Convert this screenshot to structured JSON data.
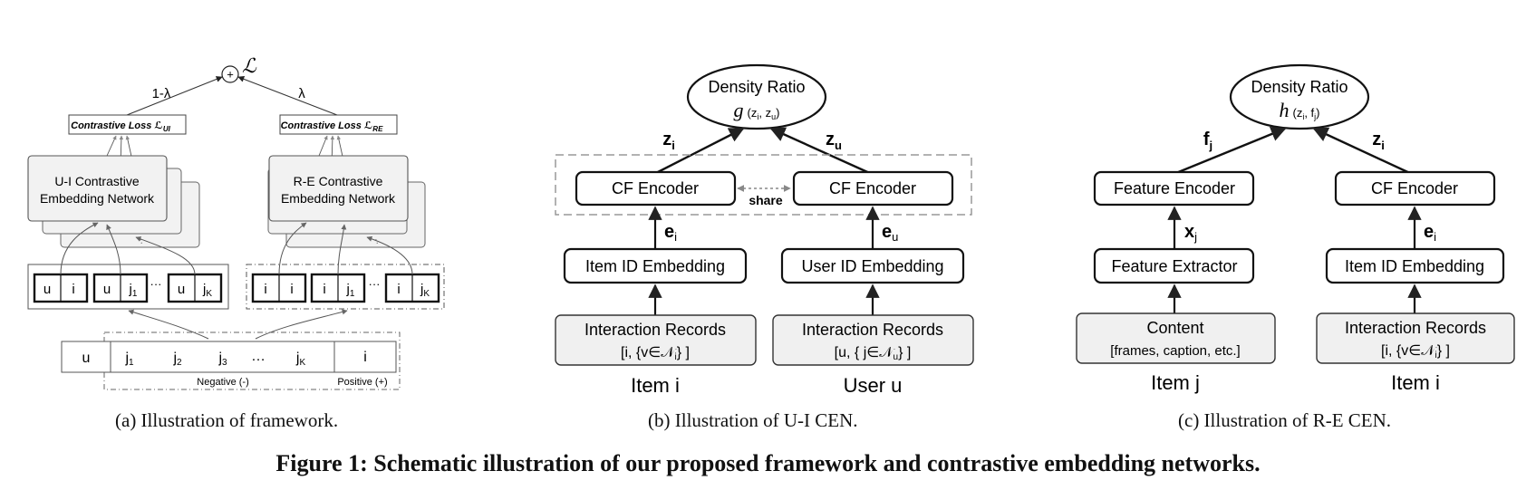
{
  "panel_a": {
    "loss_symbol": "ℒ",
    "weight_left": "1-λ",
    "weight_right": "λ",
    "loss_ui_label": "Contrastive Loss ℒ",
    "loss_ui_sub": "UI",
    "loss_re_label": "Contrastive Loss ℒ",
    "loss_re_sub": "RE",
    "ui_network_line1": "U-I Contrastive",
    "ui_network_line2": "Embedding Network",
    "re_network_line1": "R-E Contrastive",
    "re_network_line2": "Embedding Network",
    "pair_u": "u",
    "pair_i": "i",
    "pair_j": "j",
    "sub_1": "1",
    "sub_K": "K",
    "ellipsis": "···",
    "seq_u": "u",
    "seq_j1": "j",
    "seq_j2": "j",
    "seq_j3": "j",
    "seq_sub_2": "2",
    "seq_sub_3": "3",
    "seq_dots": "…",
    "seq_i": "i",
    "negative_label": "Negative (-)",
    "positive_label": "Positive (+)",
    "caption": "(a) Illustration of framework."
  },
  "panel_b": {
    "density_title": "Density Ratio",
    "density_fn": "g",
    "density_args": "(z",
    "density_args_i": "i",
    "density_args_sep": ", z",
    "density_args_u": "u",
    "density_args_end": ")",
    "z_i": "z",
    "z_i_sub": "i",
    "z_u": "z",
    "z_u_sub": "u",
    "cf_encoder_left": "CF Encoder",
    "cf_encoder_right": "CF Encoder",
    "share_label": "share",
    "e_i": "e",
    "e_i_sub": "i",
    "e_u": "e",
    "e_u_sub": "u",
    "item_embedding": "Item ID Embedding",
    "user_embedding": "User ID Embedding",
    "records_left_title": "Interaction Records",
    "records_left_body": "[i, {v∈𝒩",
    "records_left_sub": "i",
    "records_left_end": "} ]",
    "records_right_title": "Interaction Records",
    "records_right_body": "[u, { j∈𝒩",
    "records_right_sub": "u",
    "records_right_end": "} ]",
    "label_left": "Item i",
    "label_right": "User u",
    "caption": "(b) Illustration of U-I CEN."
  },
  "panel_c": {
    "density_title": "Density Ratio",
    "density_fn": "h",
    "density_args": "(z",
    "density_args_i": "i",
    "density_args_sep": ", f",
    "density_args_j": "j",
    "density_args_end": ")",
    "f_j": "f",
    "f_j_sub": "j",
    "z_i": "z",
    "z_i_sub": "i",
    "feature_encoder": "Feature Encoder",
    "cf_encoder": "CF Encoder",
    "x_j": "x",
    "x_j_sub": "j",
    "e_i": "e",
    "e_i_sub": "i",
    "feature_extractor": "Feature Extractor",
    "item_embedding": "Item ID Embedding",
    "content_title": "Content",
    "content_body": "[frames, caption, etc.]",
    "records_title": "Interaction Records",
    "records_body": "[i, {v∈𝒩",
    "records_sub": "i",
    "records_end": "} ]",
    "label_left": "Item j",
    "label_right": "Item i",
    "caption": "(c) Illustration of R-E CEN."
  },
  "figure_caption": "Figure 1: Schematic illustration of our proposed framework and contrastive embedding networks.",
  "colors": {
    "stroke": "#222222",
    "box_fill_gray": "#f0f0f0",
    "dashed": "#999999",
    "arrow_gray": "#666666"
  }
}
